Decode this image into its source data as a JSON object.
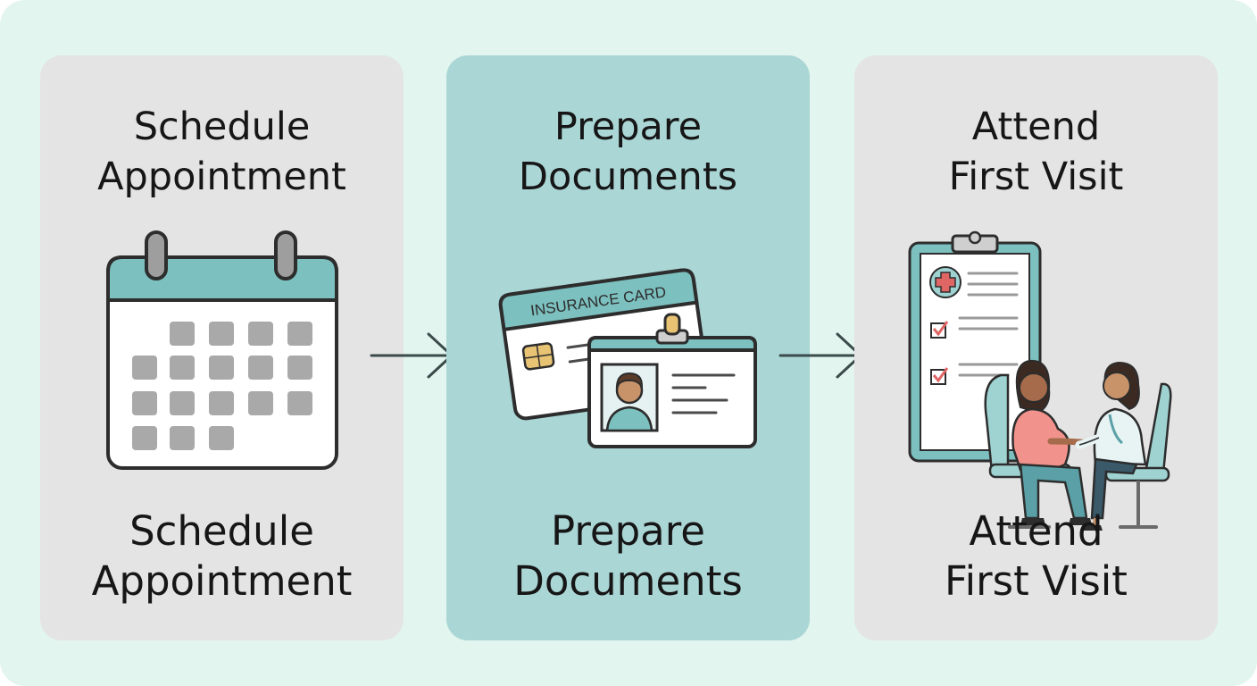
{
  "steps": [
    {
      "title_line1": "Schedule",
      "title_line2": "Appointment",
      "caption_line1": "Schedule",
      "caption_line2": "Appointment",
      "icon": "calendar-icon"
    },
    {
      "title_line1": "Prepare",
      "title_line2": "Documents",
      "caption_line1": "Prepare",
      "caption_line2": "Documents",
      "icon": "id-documents-icon",
      "insurance_card_label": "INSURANCE CARD"
    },
    {
      "title_line1": "Attend",
      "title_line2": "First Visit",
      "caption_line1": "Attend",
      "caption_line2": "First Visit",
      "icon": "doctor-visit-icon"
    }
  ],
  "colors": {
    "background": "#e2f5ef",
    "card_gray": "#e4e4e4",
    "card_teal": "#abd6d6",
    "accent_teal": "#7cc0bf",
    "outline": "#2d2d2d",
    "arrow": "#3b4a4a"
  }
}
